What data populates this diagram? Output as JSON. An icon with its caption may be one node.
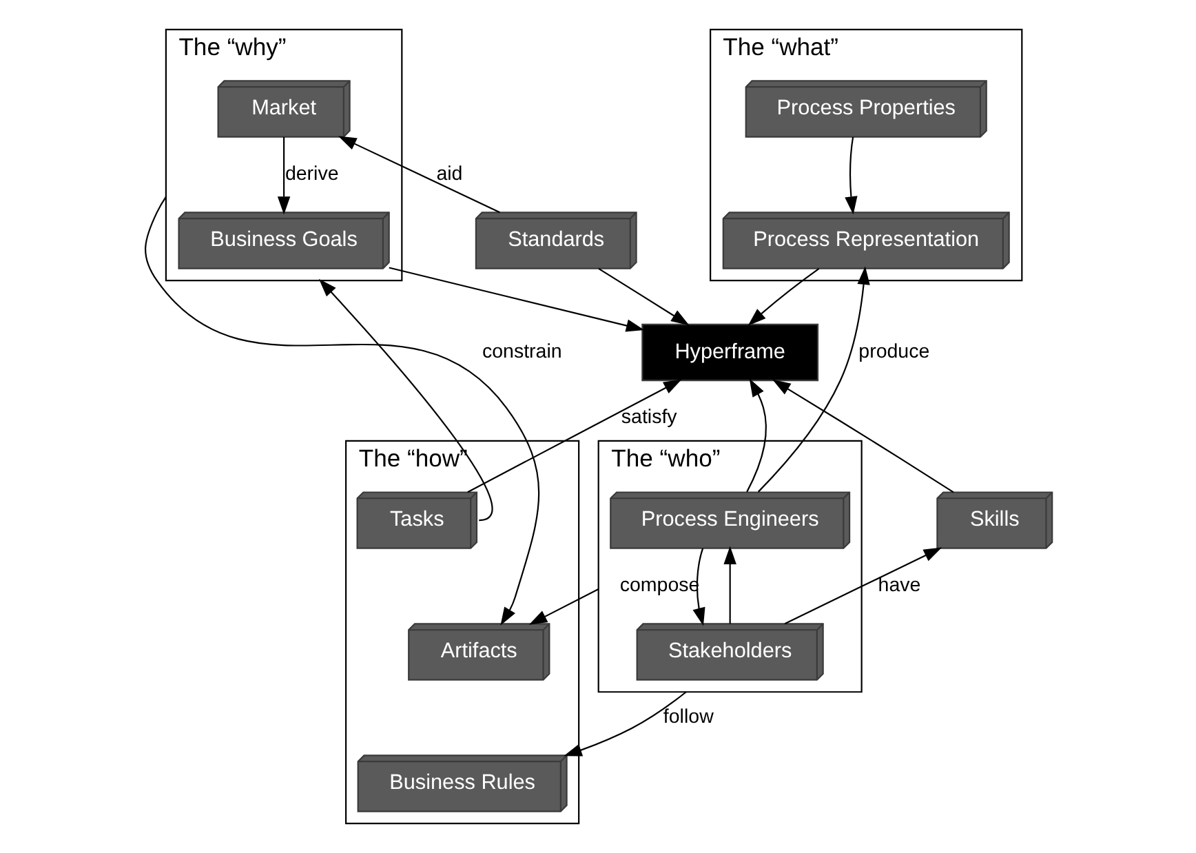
{
  "diagram": {
    "nodes": [
      {
        "text": [
          "The “what”"
        ]
      },
      {
        "text": [
          "Process Properties"
        ],
        "in": 0
      },
      {
        "text": [
          "Process Representation"
        ],
        "in": 0
      },
      {
        "text": [
          "The “why”"
        ]
      },
      {
        "text": [
          "Market"
        ],
        "in": 3
      },
      {
        "text": [
          "Business Goals"
        ],
        "in": 3
      },
      {
        "text": [
          "Standards"
        ]
      },
      {
        "text": [
          "Hyperframe"
        ]
      },
      {
        "text": [
          "The “who”"
        ]
      },
      {
        "text": [
          "Process Engineers"
        ],
        "in": 8
      },
      {
        "text": [
          "Stakeholders"
        ],
        "in": 8
      },
      {
        "text": [
          "Skills"
        ]
      },
      {
        "text": [
          "The “how”"
        ]
      },
      {
        "text": [
          "Tasks"
        ],
        "in": 12
      },
      {
        "text": [
          "Artifacts"
        ],
        "in": 12
      },
      {
        "text": [
          "Business Rules"
        ],
        "in": 12
      }
    ],
    "edges": [
      {
        "from": 1,
        "to": 2,
        "arrow": "to"
      },
      {
        "from": 2,
        "to": 7,
        "arrow": "to"
      },
      {
        "from": 9,
        "to": 2,
        "arrow": "to",
        "label": "produce"
      },
      {
        "from": 6,
        "to": 4,
        "arrow": "to",
        "label": "aid"
      },
      {
        "from": 4,
        "to": 5,
        "arrow": "to",
        "label": "derive"
      },
      {
        "from": 5,
        "to": 7,
        "arrow": "to"
      },
      {
        "from": 6,
        "to": 7,
        "arrow": "to"
      },
      {
        "from": 13,
        "to": 7,
        "arrow": "to",
        "label": "satisfy"
      },
      {
        "from": 13,
        "to": 3,
        "arrow": "to"
      },
      {
        "from": 3,
        "to": 12,
        "arrow": "to",
        "label": "constrain"
      },
      {
        "from": 9,
        "to": 7,
        "arrow": "to"
      },
      {
        "from": 11,
        "to": 7,
        "arrow": "to"
      },
      {
        "from": 8,
        "to": 12,
        "arrow": "to",
        "label": "compose"
      },
      {
        "from": 10,
        "to": 11,
        "arrow": "to",
        "label": "have"
      },
      {
        "from": 8,
        "to": 12,
        "arrow": "to",
        "label": "follow"
      },
      {
        "from": 10,
        "to": 9,
        "arrow": "to"
      },
      {
        "from": 9,
        "to": 10,
        "arrow": "to"
      }
    ]
  }
}
